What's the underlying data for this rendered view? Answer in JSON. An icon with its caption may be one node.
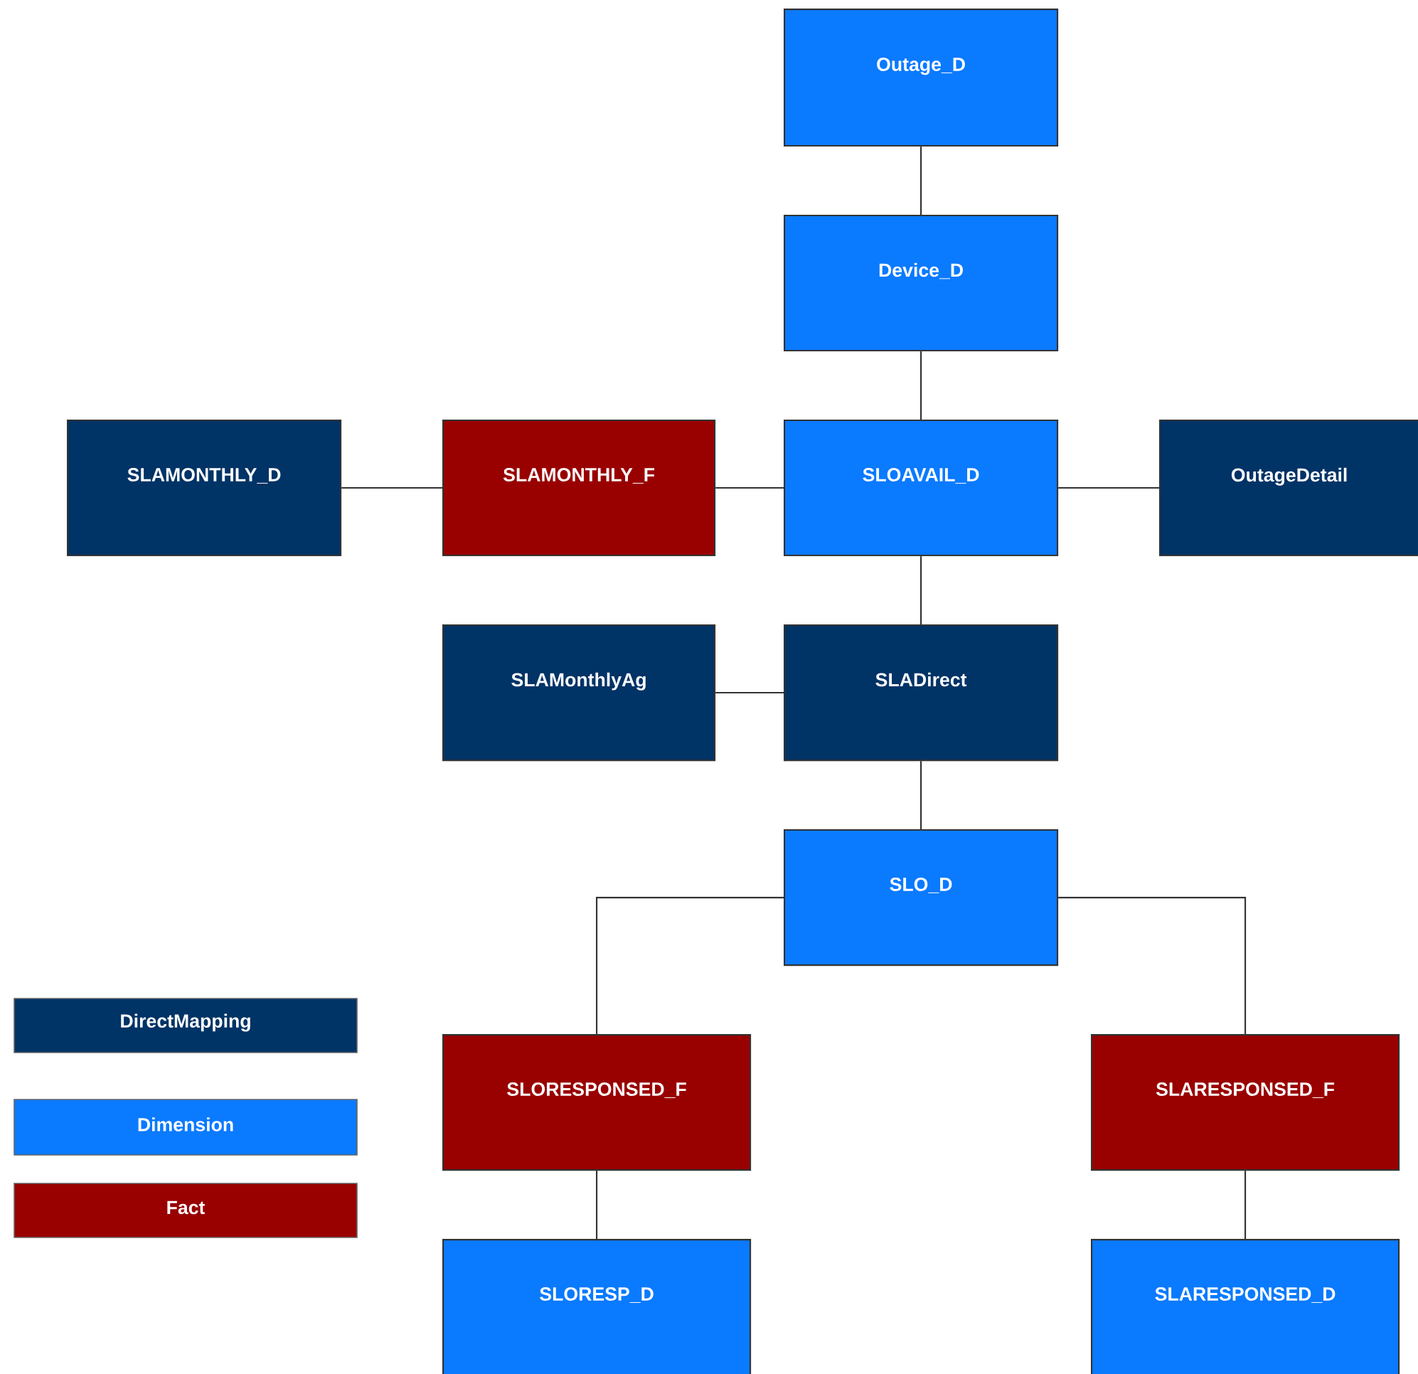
{
  "diagram": {
    "nodes": [
      {
        "text": [
          "Outage_D"
        ]
      },
      {
        "text": [
          "Device_D"
        ]
      },
      {
        "text": [
          "SLAMONTHLY_D"
        ]
      },
      {
        "text": [
          "SLAMONTHLY_F"
        ]
      },
      {
        "text": [
          "SLOAVAIL_D"
        ]
      },
      {
        "text": [
          "OutageDetail"
        ]
      },
      {
        "text": [
          "SLAMonthlyAg"
        ]
      },
      {
        "text": [
          "SLADirect"
        ]
      },
      {
        "text": [
          "SLO_D"
        ]
      },
      {
        "text": [
          "SLORESPONSED_F"
        ]
      },
      {
        "text": [
          "SLARESPONSED_F"
        ]
      },
      {
        "text": [
          "SLORESP_D"
        ]
      },
      {
        "text": [
          "SLARESPONSED_D"
        ]
      }
    ],
    "edges": [
      {
        "from": 0,
        "to": 1,
        "arrow": "none"
      },
      {
        "from": 1,
        "to": 4,
        "arrow": "none"
      },
      {
        "from": 2,
        "to": 3,
        "arrow": "none"
      },
      {
        "from": 3,
        "to": 4,
        "arrow": "none"
      },
      {
        "from": 4,
        "to": 5,
        "arrow": "none"
      },
      {
        "from": 4,
        "to": 7,
        "arrow": "none"
      },
      {
        "from": 6,
        "to": 7,
        "arrow": "none"
      },
      {
        "from": 7,
        "to": 8,
        "arrow": "none"
      },
      {
        "from": 8,
        "to": 9,
        "arrow": "none"
      },
      {
        "from": 8,
        "to": 10,
        "arrow": "none"
      },
      {
        "from": 9,
        "to": 11,
        "arrow": "none"
      },
      {
        "from": 10,
        "to": 12,
        "arrow": "none"
      }
    ],
    "legend": [
      {
        "text": "DirectMapping",
        "color": "#003366"
      },
      {
        "text": "Dimension",
        "color": "#0a7aff"
      },
      {
        "text": "Fact",
        "color": "#990000"
      }
    ]
  }
}
